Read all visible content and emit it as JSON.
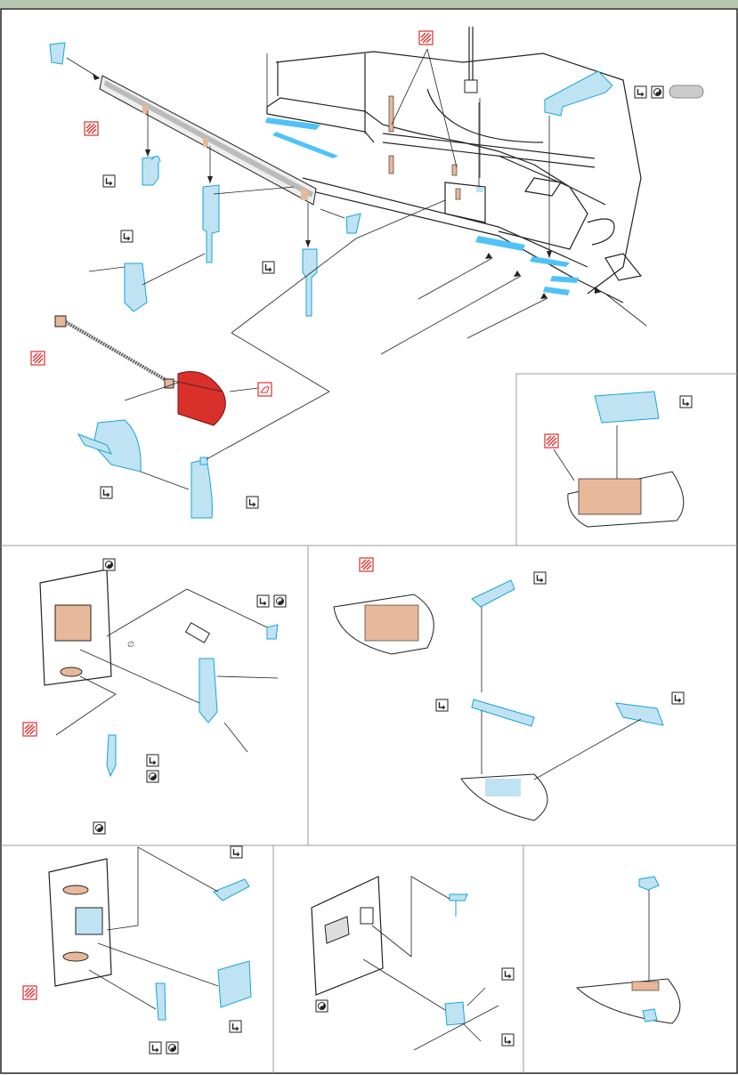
{
  "page": {
    "header_bar_color": "#b5c7ae",
    "frame_color": "#222222",
    "divider_color": "#9a9a9a"
  },
  "colors": {
    "etch_part": "#bfe3f2",
    "etch_outline": "#1aa3d8",
    "blue_strip": "#4fc3f7",
    "red_part": "#d9302c",
    "copper": "#e8b89a",
    "ink": "#222222"
  },
  "icons": {
    "fold": "fold-icon",
    "remove": "remove-plastic-icon",
    "option": "option-yinyang-icon",
    "paint": "paint-hatch-icon",
    "bend": "bend-around-icon",
    "no_drill": "no-drill-icon"
  },
  "panels": [
    {
      "id": "panel-main",
      "items": [
        "hatch-strip-rail",
        "shovel-red",
        "bucket",
        "jack-handle"
      ]
    },
    {
      "id": "panel-hatch-top",
      "items": [
        "hatch-plate",
        "hatch-half-disc"
      ]
    },
    {
      "id": "panel-door-left",
      "items": [
        "door-frame",
        "door-handle"
      ]
    },
    {
      "id": "panel-half-disc-right",
      "items": [
        "half-disc-plate",
        "arm"
      ]
    },
    {
      "id": "panel-lower-left",
      "items": [
        "door-frame-b",
        "latch"
      ]
    },
    {
      "id": "panel-lower-mid",
      "items": [
        "door-frame-c",
        "hinge"
      ]
    },
    {
      "id": "panel-lower-right",
      "items": [
        "half-disc-small"
      ]
    }
  ],
  "markers": {
    "diameter_symbol": "∅"
  }
}
